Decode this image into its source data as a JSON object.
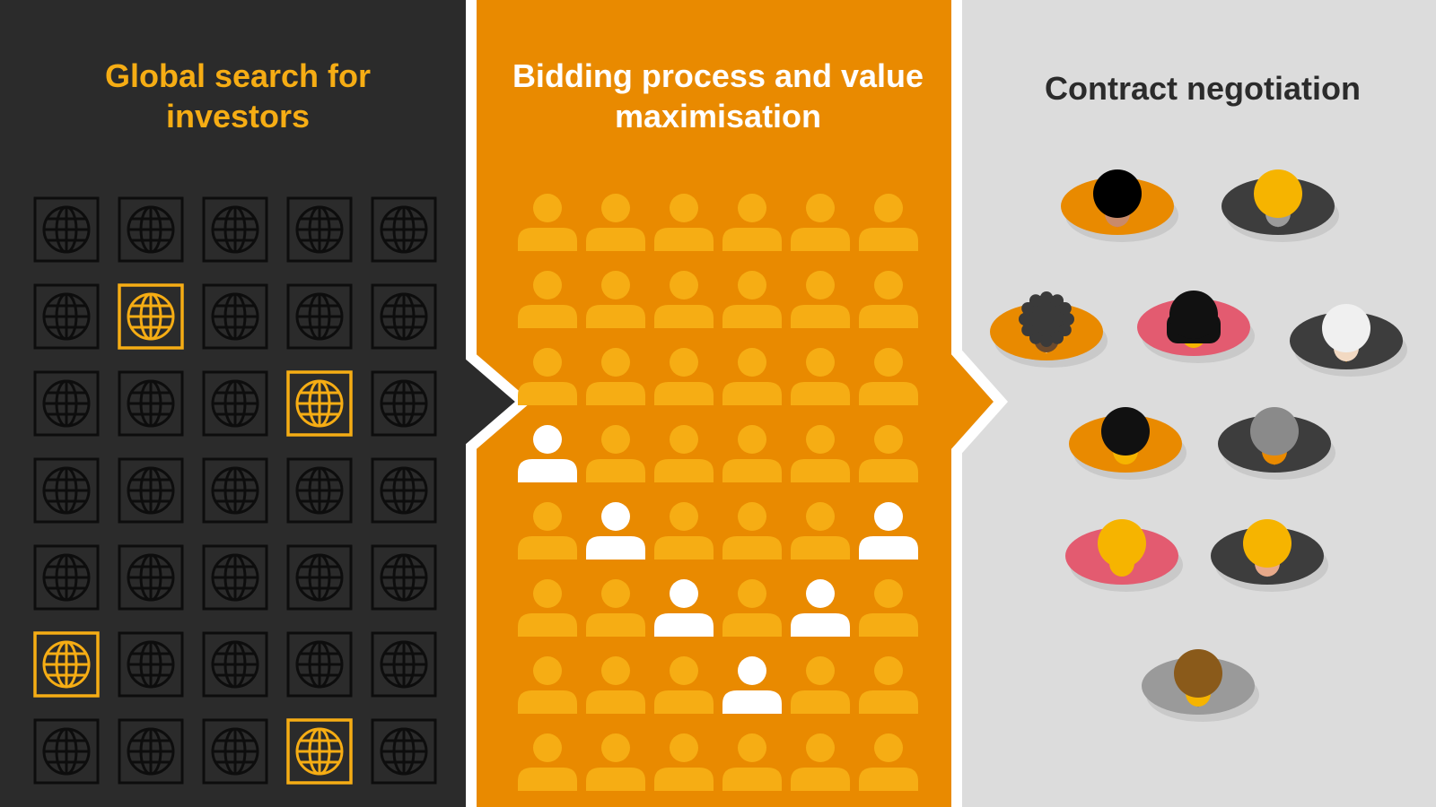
{
  "stages": [
    {
      "title": "Global search for investors"
    },
    {
      "title": "Bidding process and value maximisation"
    },
    {
      "title": "Contract negotiation"
    }
  ],
  "colors": {
    "dark_panel": "#2b2b2b",
    "orange_panel": "#e98a00",
    "grey_panel": "#dcdcdc",
    "yellow": "#f6ad14",
    "white": "#ffffff"
  },
  "globe_grid": {
    "rows": 7,
    "cols": 5,
    "highlighted": [
      [
        1,
        1
      ],
      [
        2,
        3
      ],
      [
        5,
        0
      ],
      [
        6,
        3
      ]
    ]
  },
  "bidder_grid": {
    "rows": 8,
    "cols": 6,
    "highlighted": [
      [
        3,
        0
      ],
      [
        4,
        1
      ],
      [
        4,
        5
      ],
      [
        5,
        2
      ],
      [
        5,
        4
      ],
      [
        6,
        3
      ]
    ]
  },
  "negotiators": [
    {
      "shirt": "#e98a00",
      "head": "#000000",
      "skin": "#c98a6a",
      "collar": "#e35b70"
    },
    {
      "shirt": "#3d3d3d",
      "head": "#f6b400",
      "skin": "#9b9b9b",
      "collar": "#666666"
    },
    {
      "shirt": "#e98a00",
      "head": "#3a3a3a",
      "skin": "#6b4a2e",
      "collar": "#ffffff",
      "curly": true
    },
    {
      "shirt": "#e35b70",
      "head": "#111111",
      "skin": "#f6b400",
      "collar": "#e98a00",
      "longhair": true
    },
    {
      "shirt": "#3d3d3d",
      "head": "#f0f0f0",
      "skin": "#f2d9c2",
      "collar": "#e98a00"
    },
    {
      "shirt": "#e98a00",
      "head": "#111111",
      "skin": "#f6b400",
      "collar": "#e98a00"
    },
    {
      "shirt": "#3d3d3d",
      "head": "#8a8a8a",
      "skin": "#e98a00",
      "collar": "#c77500"
    },
    {
      "shirt": "#e35b70",
      "head": "#f6b400",
      "skin": "#f6b400",
      "collar": "#e35b70"
    },
    {
      "shirt": "#3d3d3d",
      "head": "#f6b400",
      "skin": "#e7a98a",
      "collar": "#666666"
    },
    {
      "shirt": "#9a9a9a",
      "head": "#8a5a1a",
      "skin": "#f6b400",
      "collar": "#777777",
      "back": true
    }
  ]
}
